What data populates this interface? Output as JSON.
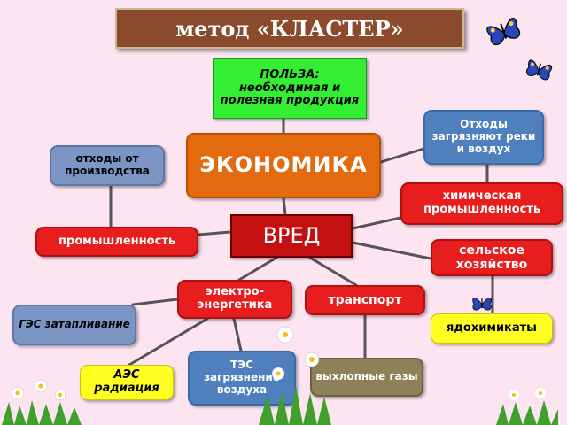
{
  "title": "метод «КЛАСТЕР»",
  "nodes": {
    "benefit": "ПОЛЬЗА: необходимая и полезная продукция",
    "economy": "ЭКОНОМИКА",
    "harm": "ВРЕД",
    "production_waste": "отходы от производства",
    "rivers_waste": "Отходы загрязняют реки и воздух",
    "chemical_industry": "химическая промышленность",
    "industry": "промышленность",
    "agriculture": "сельское хозяйство",
    "electric_power": "электро-энергетика",
    "transport": "транспорт",
    "hydro_flooding": "ГЭС затапливание",
    "pesticides": "ядохимикаты",
    "thermal_air": "ТЭС загрязнение воздуха",
    "nuclear_radiation": "АЭС радиация",
    "exhaust_gases": "выхлопные газы"
  },
  "colors": {
    "background": "#fce4f0",
    "title_bg": "#8b4a2b",
    "economy": "#e46a10",
    "harm": "#c41010",
    "benefit": "#33ee33",
    "node_red": "#e81d1d",
    "node_blue": "#4f7fbd",
    "node_olive": "#8c8158",
    "node_yellow": "#ffff22"
  }
}
